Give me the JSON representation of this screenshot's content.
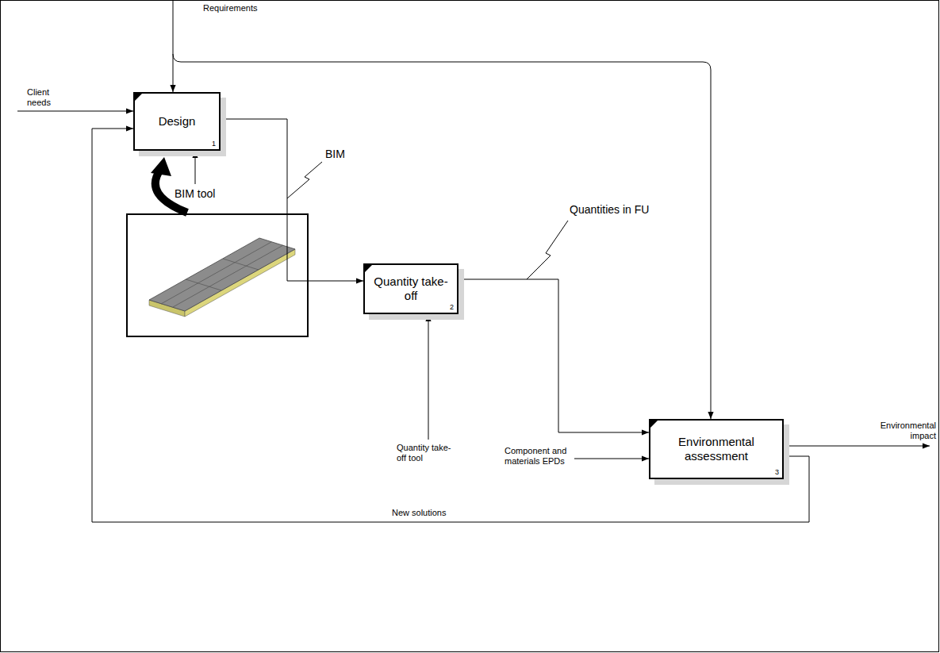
{
  "diagram": {
    "nodes": [
      {
        "text": [
          "Design",
          "1"
        ]
      },
      {
        "text": [
          "Quantity take-off",
          "2"
        ]
      },
      {
        "text": [
          "Environmental assessment",
          "3"
        ]
      }
    ],
    "edges": [
      {
        "from": 0,
        "to": 1,
        "arrow": "to",
        "label": "BIM"
      },
      {
        "from": 1,
        "to": 2,
        "arrow": "to",
        "label": "Quantities in FU"
      },
      {
        "from": 2,
        "to": 0,
        "arrow": "to",
        "label": "New solutions"
      }
    ],
    "labels": [
      "Requirements",
      "Client needs",
      "BIM tool",
      "Quantity take-off tool",
      "Component and materials EPDs",
      "Environmental impact"
    ]
  }
}
